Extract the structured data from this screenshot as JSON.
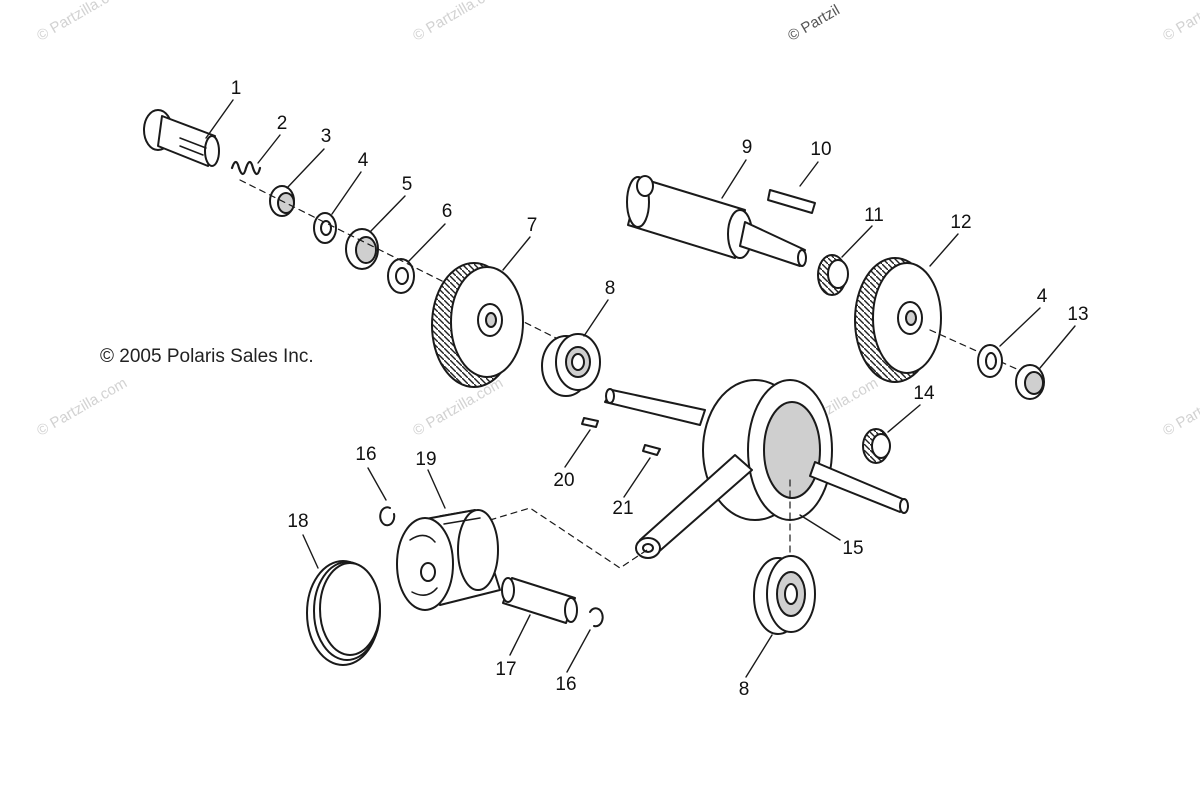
{
  "copyright": "© 2005 Polaris Sales Inc.",
  "watermark": "© Partzilla.com",
  "watermark_short": "© Partzil",
  "callouts": {
    "c1": "1",
    "c2": "2",
    "c3": "3",
    "c4a": "4",
    "c5": "5",
    "c6": "6",
    "c7": "7",
    "c8a": "8",
    "c9": "9",
    "c10": "10",
    "c11": "11",
    "c12": "12",
    "c4b": "4",
    "c13": "13",
    "c14": "14",
    "c20": "20",
    "c21": "21",
    "c15": "15",
    "c16a": "16",
    "c19": "19",
    "c18": "18",
    "c17": "17",
    "c16b": "16",
    "c8b": "8"
  },
  "colors": {
    "line": "#1a1a1a",
    "fill": "#ffffff",
    "shade": "#cfcfcf",
    "watermark": "#d2d2d2"
  }
}
